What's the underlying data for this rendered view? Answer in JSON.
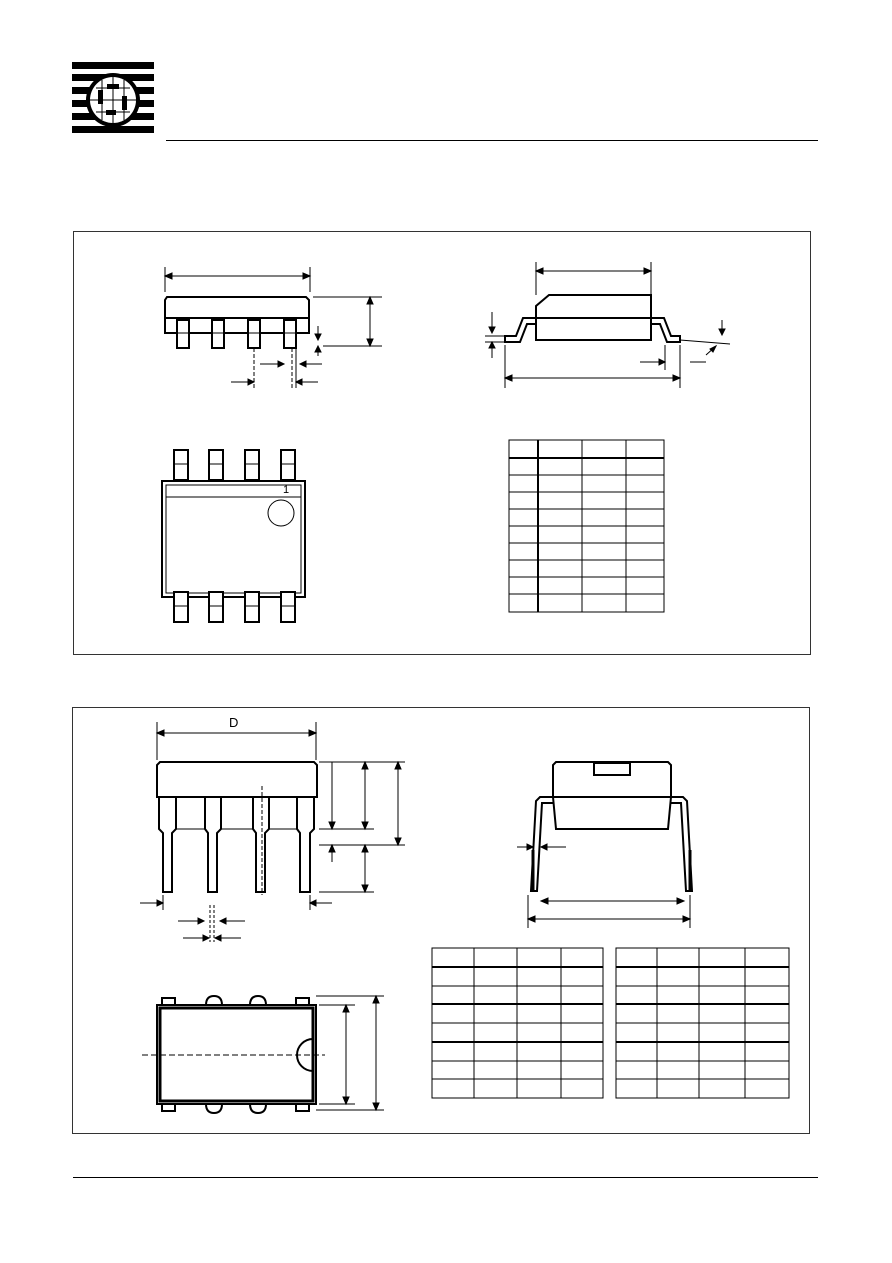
{
  "page": {
    "title": ""
  },
  "logo": {
    "name": "company-logo-icon"
  },
  "panel_soic": {
    "top_view_pin_marker": "1",
    "table": {
      "columns": 4,
      "rows": 9,
      "header": [
        "",
        "",
        "",
        ""
      ],
      "cells": [
        [
          "",
          "",
          "",
          ""
        ],
        [
          "",
          "",
          "",
          ""
        ],
        [
          "",
          "",
          "",
          ""
        ],
        [
          "",
          "",
          "",
          ""
        ],
        [
          "",
          "",
          "",
          ""
        ],
        [
          "",
          "",
          "",
          ""
        ],
        [
          "",
          "",
          "",
          ""
        ],
        [
          "",
          "",
          "",
          ""
        ],
        [
          "",
          "",
          "",
          ""
        ]
      ]
    }
  },
  "panel_dip": {
    "dim_label_D": "D",
    "table_left": {
      "columns": 4,
      "rows": 8
    },
    "table_right": {
      "columns": 4,
      "rows": 8
    }
  },
  "colors": {
    "line": "#000000",
    "panel_border": "#333333",
    "background": "#ffffff"
  }
}
